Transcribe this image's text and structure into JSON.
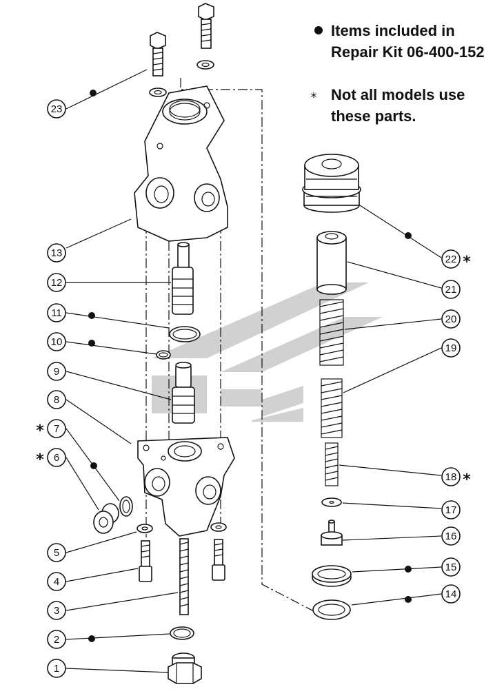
{
  "legend": {
    "kit_line1": "Items included in",
    "kit_line2": "Repair Kit 06-400-152",
    "note_symbol": "*",
    "note_line1": "Not all models use",
    "note_line2": "these parts."
  },
  "colors": {
    "ink": "#111111",
    "watermark": "#c9c9c9"
  },
  "watermark_icon": "brand-logo-watermark",
  "callouts": [
    {
      "num": "1",
      "kit": false,
      "star": false
    },
    {
      "num": "2",
      "kit": true,
      "star": false
    },
    {
      "num": "3",
      "kit": false,
      "star": false
    },
    {
      "num": "4",
      "kit": false,
      "star": false
    },
    {
      "num": "5",
      "kit": false,
      "star": false
    },
    {
      "num": "6",
      "kit": false,
      "star": true
    },
    {
      "num": "7",
      "kit": true,
      "star": true
    },
    {
      "num": "8",
      "kit": false,
      "star": false
    },
    {
      "num": "9",
      "kit": false,
      "star": false
    },
    {
      "num": "10",
      "kit": true,
      "star": false
    },
    {
      "num": "11",
      "kit": true,
      "star": false
    },
    {
      "num": "12",
      "kit": false,
      "star": false
    },
    {
      "num": "13",
      "kit": false,
      "star": false
    },
    {
      "num": "14",
      "kit": true,
      "star": false
    },
    {
      "num": "15",
      "kit": true,
      "star": false
    },
    {
      "num": "16",
      "kit": false,
      "star": false
    },
    {
      "num": "17",
      "kit": false,
      "star": false
    },
    {
      "num": "18",
      "kit": false,
      "star": true
    },
    {
      "num": "19",
      "kit": false,
      "star": false
    },
    {
      "num": "20",
      "kit": false,
      "star": false
    },
    {
      "num": "21",
      "kit": false,
      "star": false
    },
    {
      "num": "22",
      "kit": true,
      "star": true
    },
    {
      "num": "23",
      "kit": true,
      "star": false
    }
  ]
}
